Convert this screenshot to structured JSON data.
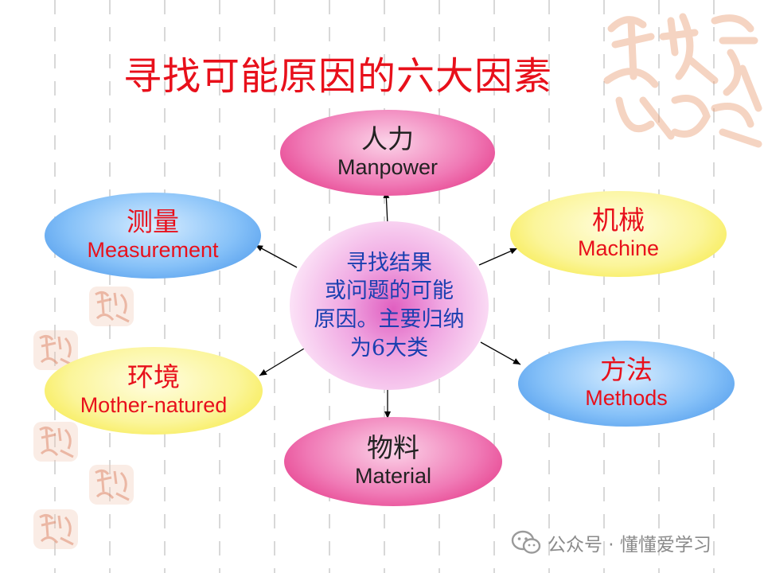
{
  "title": "寻找可能原因的六大因素",
  "center": {
    "lines": [
      "寻找结果",
      "或问题的可能",
      "原因。主要归纳",
      "为6大类"
    ]
  },
  "factors": {
    "manpower": {
      "zh": "人力",
      "en": "Manpower"
    },
    "machine": {
      "zh": "机械",
      "en": "Machine"
    },
    "methods": {
      "zh": "方法",
      "en": "Methods"
    },
    "material": {
      "zh": "物料",
      "en": "Material"
    },
    "environment": {
      "zh": "环境",
      "en": "Mother-natured"
    },
    "measurement": {
      "zh": "测量",
      "en": "Measurement"
    }
  },
  "colors": {
    "title": "#e8101b",
    "pink": "#ee5fa6",
    "blue": "#6aaef5",
    "yellow": "#f8ee5a",
    "center_text": "#1a3fb0"
  },
  "watermark": {
    "icon": "wechat-icon",
    "text": "公众号 · 懂懂爱学习"
  }
}
